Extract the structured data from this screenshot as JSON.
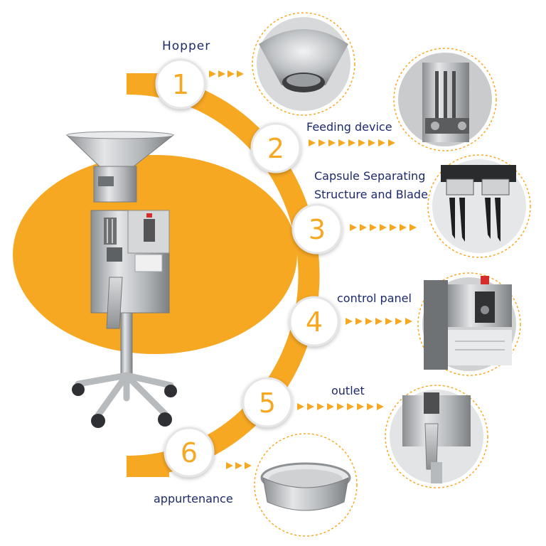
{
  "colors": {
    "accent": "#f7a823",
    "label_text": "#1d2a6b",
    "number_text": "#f7a823",
    "circle_border": "#e6e6e6"
  },
  "steps": [
    {
      "number": "1",
      "label": "Hopper"
    },
    {
      "number": "2",
      "label": "Feeding device"
    },
    {
      "number": "3",
      "label_line1": "Capsule Separating",
      "label_line2": "Structure and Blade"
    },
    {
      "number": "4",
      "label": "control panel"
    },
    {
      "number": "5",
      "label": "outlet"
    },
    {
      "number": "6",
      "label": "appurtenance"
    }
  ]
}
